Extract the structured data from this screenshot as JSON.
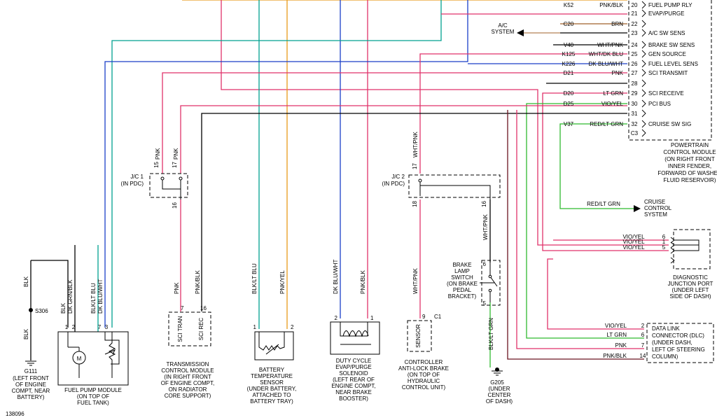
{
  "pcm": {
    "pins": [
      "20",
      "21",
      "22",
      "23",
      "24",
      "25",
      "26",
      "27",
      "28",
      "29",
      "30",
      "31",
      "32",
      "C3"
    ],
    "circuits": [
      "K52",
      "",
      "C20",
      "",
      "V40",
      "K125",
      "K226",
      "D21",
      "",
      "D20",
      "D25",
      "",
      "V37",
      ""
    ],
    "wire_colors": [
      "PNK/BLK",
      "",
      "BRN",
      "",
      "WHT/PNK",
      "WHT/DK BLU",
      "DK BLU/WHT",
      "PNK",
      "",
      "LT GRN",
      "VIO/YEL",
      "",
      "RED/LT GRN",
      ""
    ],
    "functions": [
      "FUEL PUMP RLY",
      "EVAP/PURGE",
      "",
      "A/C SW SENS",
      "BRAKE SW SENS",
      "GEN SOURCE",
      "FUEL LEVEL SENS",
      "SCI TRANSMIT",
      "",
      "SCI RECEIVE",
      "PCI BUS",
      "",
      "CRUISE SW SIG",
      ""
    ],
    "title": [
      "POWERTRAIN",
      "CONTROL MODULE",
      "(ON RIGHT FRONT",
      "INNER FENDER,",
      "FORWARD OF WASHER",
      "FLUID RESERVOIR)"
    ]
  },
  "ac": {
    "label": [
      "A/C",
      "SYSTEM"
    ],
    "circuit": "C20"
  },
  "cruise": {
    "label": [
      "CRUISE",
      "CONTROL",
      "SYSTEM"
    ],
    "wire": "RED/LT GRN"
  },
  "jc1": {
    "name": "J/C 1",
    "sub": "(IN PDC)",
    "pin_left": "15",
    "pin_right": "17",
    "pin_bottom": "16",
    "wire_left": "PNK",
    "wire_right": "PNK"
  },
  "jc2": {
    "name": "J/C 2",
    "sub": "(IN PDC)",
    "pin_left": "17",
    "pin_bottom_left": "18",
    "pin_bottom_right": "16",
    "wire_top": "WHT/PNK"
  },
  "diag": {
    "wires": [
      "VIO/YEL",
      "VIO/YEL",
      "VIO/YEL"
    ],
    "pins": [
      "6",
      "1",
      "5"
    ],
    "label": [
      "DIAGNOSTIC",
      "JUNCTION PORT",
      "(UNDER LEFT",
      "SIDE OF DASH)"
    ]
  },
  "dlc": {
    "wires": [
      "VIO/YEL",
      "LT GRN",
      "PNK",
      "PNK/BLK"
    ],
    "pins": [
      "2",
      "6",
      "7",
      "14"
    ],
    "label": [
      "DATA LINK",
      "CONNECTOR (DLC)",
      "(UNDER DASH,",
      "LEFT OF STEERING",
      "COLUMN)"
    ]
  },
  "ground_g111": {
    "wire": "BLK",
    "splice": "S306",
    "name": "G111",
    "label": [
      "(LEFT FRONT",
      "OF ENGINE",
      "COMPT, NEAR",
      "BATTERY)"
    ]
  },
  "fuel_pump": {
    "wires": [
      "BLK",
      "DK GRN/BLK",
      "BLK/LT BLU",
      "DK BLU/WHT"
    ],
    "pins": [
      "1",
      "2",
      "7",
      "3"
    ],
    "motor": "M",
    "label": [
      "FUEL PUMP MODULE",
      "(ON TOP OF",
      "FUEL TANK)"
    ]
  },
  "tcm": {
    "wires": [
      "PNK",
      "PNK/BLK"
    ],
    "pins": [
      "7",
      "16"
    ],
    "terms": [
      "SCI TRAN",
      "SCI REC"
    ],
    "label": [
      "TRANSMISSION",
      "CONTROL MODULE",
      "(IN RIGHT FRONT",
      "OF ENGINE COMPT,",
      "ON RADIATOR",
      "CORE SUPPORT)"
    ]
  },
  "bts": {
    "wires": [
      "BLK/LT BLU",
      "PNK/YEL"
    ],
    "pins": [
      "1",
      "2"
    ],
    "label": [
      "BATTERY",
      "TEMPERATURE",
      "SENSOR",
      "(UNDER BATTERY,",
      "ATTACHED TO",
      "BATTERY TRAY)"
    ]
  },
  "evap": {
    "wires": [
      "DK BLU/WHT",
      "PNK/BLK"
    ],
    "pins": [
      "2",
      "1"
    ],
    "label": [
      "DUTY CYCLE",
      "EVAP/PURGE",
      "SOLENOID",
      "(LEFT REAR OF",
      "ENGINE COMPT,",
      "NEAR BRAKE",
      "BOOSTER)"
    ]
  },
  "cab": {
    "wire": "WHT/PNK",
    "pin": "9",
    "conn": "C1",
    "term": "SENSOR",
    "label": [
      "CONTROLLER",
      "ANTI-LOCK BRAKE",
      "(ON TOP OF",
      "HYDRAULIC",
      "CONTROL UNIT)"
    ]
  },
  "brake_sw": {
    "wires": [
      "WHT/PNK",
      "BLK/LT GRN"
    ],
    "pins": [
      "6",
      "5"
    ],
    "label": [
      "BRAKE",
      "LAMP",
      "SWITCH",
      "(ON BRAKE",
      "PEDAL",
      "BRACKET)"
    ]
  },
  "ground_g205": {
    "name": "G205",
    "label": [
      "(UNDER",
      "CENTER",
      "OF DASH)"
    ]
  },
  "figure_id": "138096",
  "colors": {
    "pink": "#e0326a",
    "teal": "#00a090",
    "blue": "#1a3fc8",
    "black": "#000000",
    "orange": "#e89a1a",
    "green": "#2fba2f",
    "darkred": "#6b1420",
    "brown": "#a0622a"
  }
}
